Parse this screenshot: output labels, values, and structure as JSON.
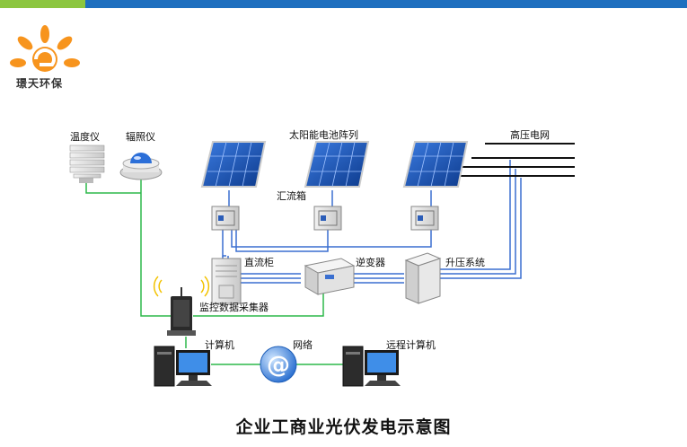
{
  "brand": {
    "name": "璟天环保"
  },
  "labels": {
    "thermometer": "温度仪",
    "irradiance": "辐照仪",
    "solar_array": "太阳能电池阵列",
    "grid": "高压电网",
    "combiner": "汇流箱",
    "dc_cabinet": "直流柜",
    "inverter": "逆变器",
    "booster": "升压系统",
    "monitor": "监控数据采集器",
    "computer": "计算机",
    "network": "网络",
    "remote_computer": "远程计算机"
  },
  "caption": "企业工商业光伏发电示意图",
  "colors": {
    "blue_line": "#3a6fd0",
    "green_line": "#2db84a",
    "top_green": "#8cc63f",
    "top_blue": "#1e6fbf",
    "logo_orange": "#f7941d"
  },
  "icons": {
    "network": "at-sign-globe-icon"
  }
}
